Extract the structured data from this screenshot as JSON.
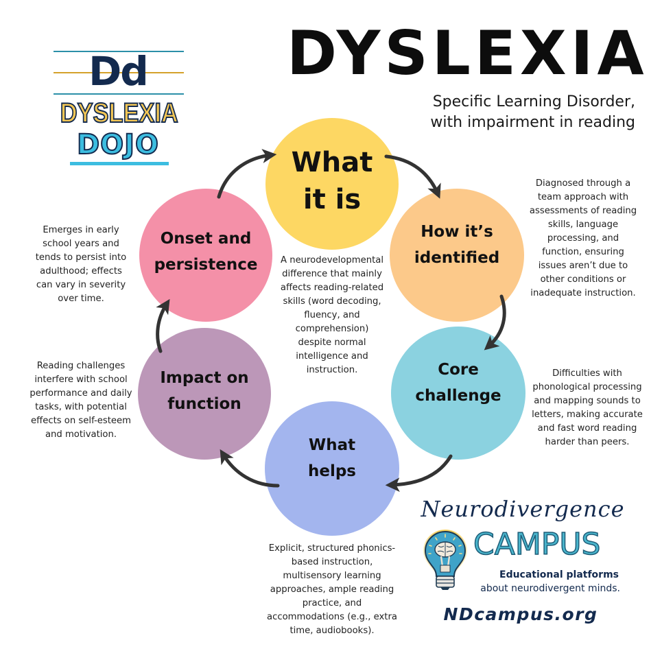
{
  "logo": {
    "mark": "Dd",
    "line1": "DYSLEXIA",
    "line2": "DOJO",
    "colors": {
      "navy": "#132A4E",
      "gold": "#F4C755",
      "cyan": "#3CBDE0",
      "rule_teal": "#2B8FA8",
      "rule_gold": "#D4A12A"
    }
  },
  "header": {
    "title": "DYSLEXIA",
    "subtitle_line1": "Specific Learning Disorder,",
    "subtitle_line2": "with impairment in reading"
  },
  "cycle": {
    "nodes": [
      {
        "id": "what-it-is",
        "label": "What\nit is",
        "color": "#FDD763",
        "description": "A neurodevelopmental\ndifference that mainly\naffects reading-related\nskills (word decoding,\nfluency, and\ncomprehension)\ndespite normal\nintelligence and\ninstruction."
      },
      {
        "id": "how-identified",
        "label": "How it’s\nidentified",
        "color": "#FCC98A",
        "description": "Diagnosed through a\nteam approach with\nassessments of reading\nskills, language\nprocessing, and\nfunction, ensuring\nissues aren’t due to\nother conditions or\ninadequate instruction."
      },
      {
        "id": "core-challenge",
        "label": "Core\nchallenge",
        "color": "#8BD2E0",
        "description": "Difficulties with\nphonological processing\nand mapping sounds to\nletters, making accurate\nand fast word reading\nharder than peers."
      },
      {
        "id": "what-helps",
        "label": "What\nhelps",
        "color": "#A3B5EE",
        "description": "Explicit, structured phonics-\nbased instruction,\nmultisensory learning\napproaches, ample reading\npractice, and\naccommodations (e.g., extra\ntime, audiobooks)."
      },
      {
        "id": "impact-on-function",
        "label": "Impact on\nfunction",
        "color": "#BC97B8",
        "description": "Reading challenges\ninterfere with school\nperformance and daily\ntasks, with potential\neffects on self-esteem\nand motivation."
      },
      {
        "id": "onset-persistence",
        "label": "Onset and\npersistence",
        "color": "#F490A8",
        "description": "Emerges in early\nschool years and\ntends to persist into\nadulthood; effects\ncan vary in severity\nover time."
      }
    ],
    "arrow_color": "#333333",
    "direction": "clockwise"
  },
  "footer_brand": {
    "script": "Neurodivergence",
    "name": "CAMPUS",
    "tagline_bold": "Educational platforms",
    "tagline": "about neurodivergent minds.",
    "url": "NDcampus.org",
    "icon": "lightbulb-brain-icon",
    "colors": {
      "navy": "#132A4E",
      "teal": "#4AB5CC",
      "bulb": "#3FA3C8",
      "glow": "#F5C842"
    }
  }
}
